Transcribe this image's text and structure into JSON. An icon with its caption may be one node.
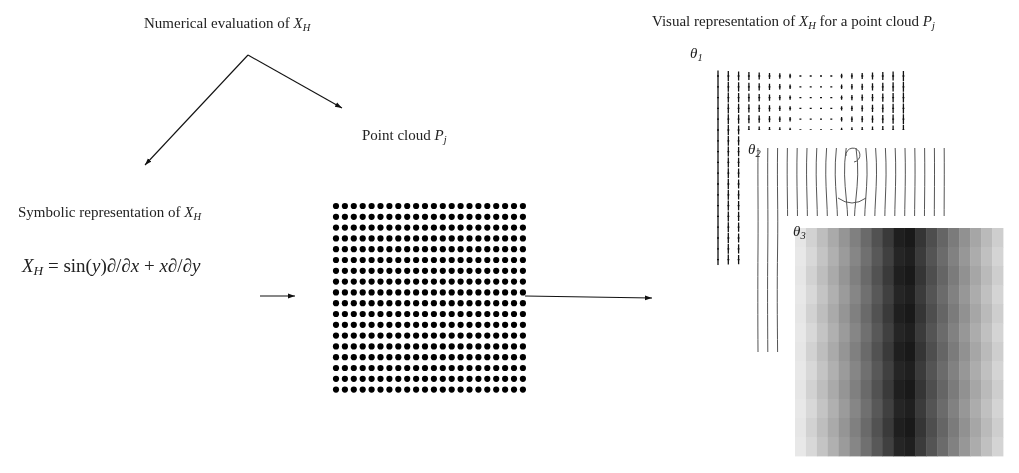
{
  "diagram": {
    "nodes": [
      {
        "text": [
          "Numerical evaluation of *X*$_{H}$"
        ]
      },
      {
        "text": [
          "Symbolic representation of *X*$_{H}$",
          "*X*$_{H}$ = sin(*y*)∂/∂*x* + *x*∂/∂*y*"
        ]
      },
      {
        "text": [
          "Point cloud *P*$_{j}$"
        ]
      },
      {
        "text": [
          "Visual representation of *X*$_{H}$ for a point cloud *P*$_{j}$"
        ]
      },
      {
        "text": [
          "*θ*$_{1}$"
        ],
        "in": 3
      },
      {
        "text": [
          "*θ*$_{2}$"
        ],
        "in": 3
      },
      {
        "text": [
          "*θ*$_{3}$"
        ],
        "in": 3
      }
    ],
    "edges": [
      {
        "from": 0,
        "to": 1,
        "arrow": "to"
      },
      {
        "from": 0,
        "to": 2,
        "arrow": "to"
      },
      {
        "from": 1,
        "to": 2,
        "arrow": "to"
      },
      {
        "from": 2,
        "to": 3,
        "arrow": "to"
      }
    ]
  }
}
